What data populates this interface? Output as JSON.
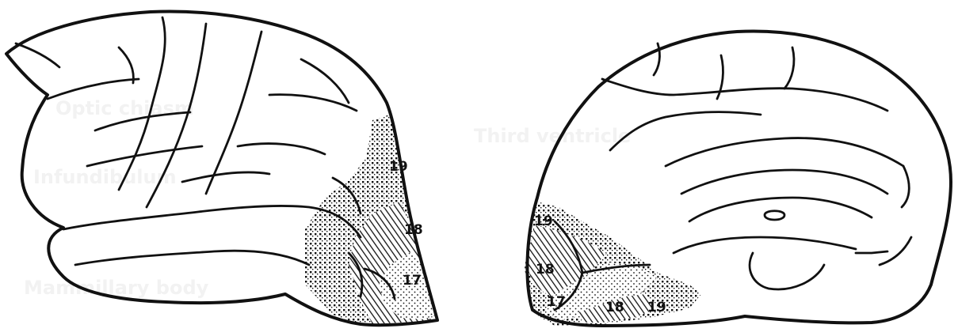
{
  "figure": {
    "colors": {
      "ink": "#111111",
      "paper": "#ffffff",
      "ghost_text": "#f2f2f2"
    },
    "ghost_labels": [
      "Optic chiasm",
      "Third ventricle",
      "Infundibulum",
      "Mammillary body"
    ],
    "lateral_view": {
      "areas": [
        {
          "id": "19",
          "label": "19",
          "pattern": "coarse-dots"
        },
        {
          "id": "18",
          "label": "18",
          "pattern": "diagonal-hatch"
        },
        {
          "id": "17",
          "label": "17",
          "pattern": "fine-dots"
        }
      ]
    },
    "medial_view": {
      "areas": [
        {
          "id": "19a",
          "label": "19",
          "pattern": "coarse-dots"
        },
        {
          "id": "18a",
          "label": "18",
          "pattern": "diagonal-hatch"
        },
        {
          "id": "17",
          "label": "17",
          "pattern": "fine-dots"
        },
        {
          "id": "18b",
          "label": "18",
          "pattern": "diagonal-hatch"
        },
        {
          "id": "19b",
          "label": "19",
          "pattern": "coarse-dots"
        }
      ]
    }
  }
}
